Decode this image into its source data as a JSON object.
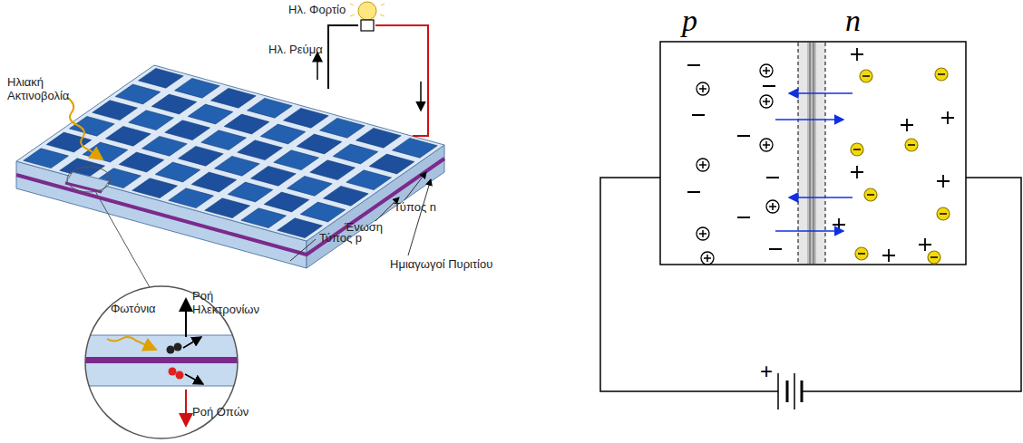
{
  "diagram": {
    "labels": [
      "Ηλ. Φορτίο",
      "Ηλ. Ρεύμα",
      "Ηλιακή Ακτινοβολία",
      "Τύπος n",
      "Ένωση",
      "Τύπος p",
      "Ημιαγωγοί Πυριτίου",
      "Φωτόνια",
      "Ροή Ηλεκτρονίων",
      "Ροή Οπών",
      "p",
      "n",
      "+"
    ]
  }
}
